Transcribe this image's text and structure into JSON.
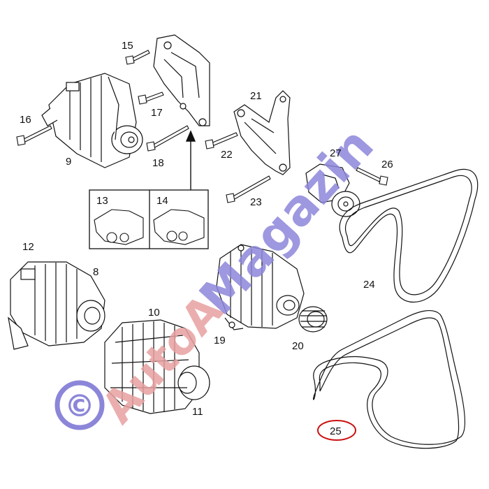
{
  "diagram": {
    "callouts": [
      {
        "id": "8",
        "label": "8"
      },
      {
        "id": "9",
        "label": "9"
      },
      {
        "id": "10",
        "label": "10"
      },
      {
        "id": "11",
        "label": "11"
      },
      {
        "id": "12",
        "label": "12"
      },
      {
        "id": "13",
        "label": "13"
      },
      {
        "id": "14",
        "label": "14"
      },
      {
        "id": "15",
        "label": "15"
      },
      {
        "id": "16",
        "label": "16"
      },
      {
        "id": "17",
        "label": "17"
      },
      {
        "id": "18",
        "label": "18"
      },
      {
        "id": "19",
        "label": "19"
      },
      {
        "id": "20",
        "label": "20"
      },
      {
        "id": "21",
        "label": "21"
      },
      {
        "id": "22",
        "label": "22"
      },
      {
        "id": "23",
        "label": "23"
      },
      {
        "id": "24",
        "label": "24"
      },
      {
        "id": "25",
        "label": "25"
      },
      {
        "id": "26",
        "label": "26"
      },
      {
        "id": "27",
        "label": "27"
      }
    ],
    "highlighted_callout": "25",
    "highlight_color": "#cc1111",
    "line_color": "#111111"
  },
  "watermark": {
    "copyright_symbol": "©",
    "text_red": "AutoA",
    "text_blue": "Magazin",
    "red_color": "#e8a0a0",
    "blue_color": "#8c86d9"
  }
}
